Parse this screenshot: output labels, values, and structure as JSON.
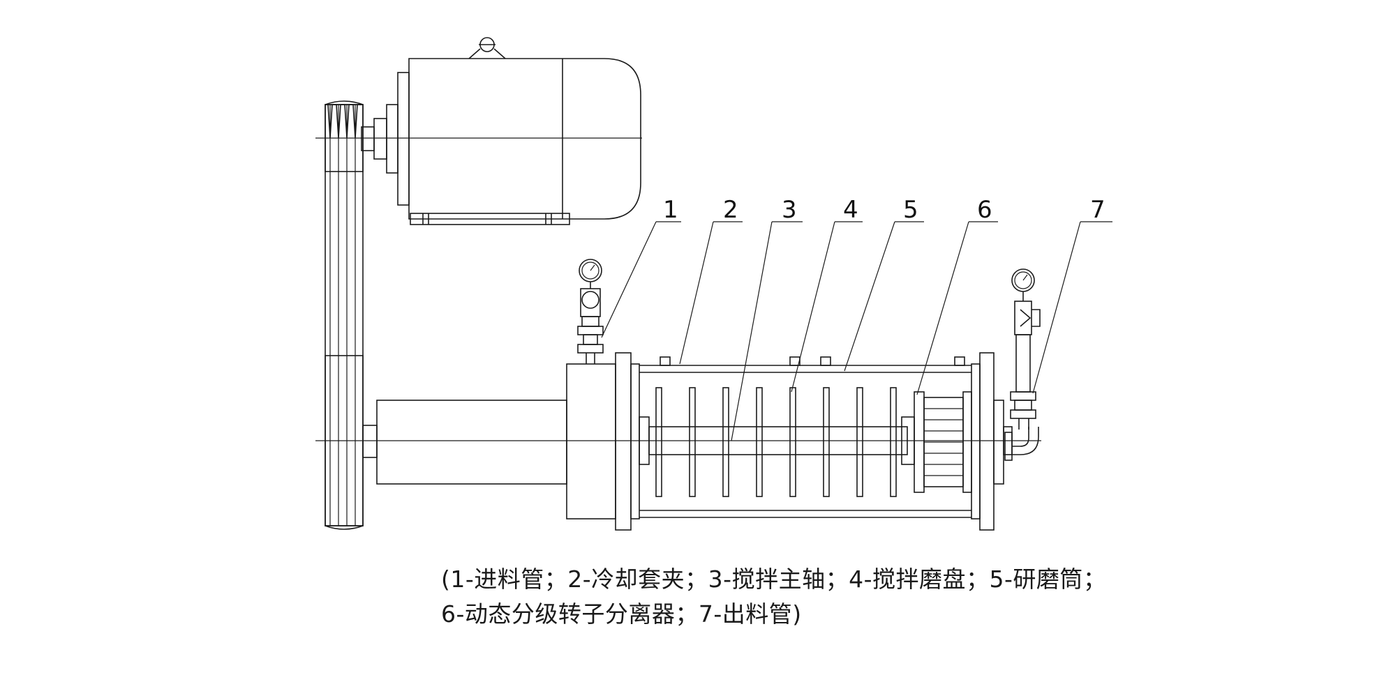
{
  "callouts": [
    {
      "num": "1"
    },
    {
      "num": "2"
    },
    {
      "num": "3"
    },
    {
      "num": "4"
    },
    {
      "num": "5"
    },
    {
      "num": "6"
    },
    {
      "num": "7"
    }
  ],
  "caption": {
    "line1": "(1-进料管；2-冷却套夹；3-搅拌主轴；4-搅拌磨盘；5-研磨筒；",
    "line2": "6-动态分级转子分离器；7-出料管)"
  }
}
